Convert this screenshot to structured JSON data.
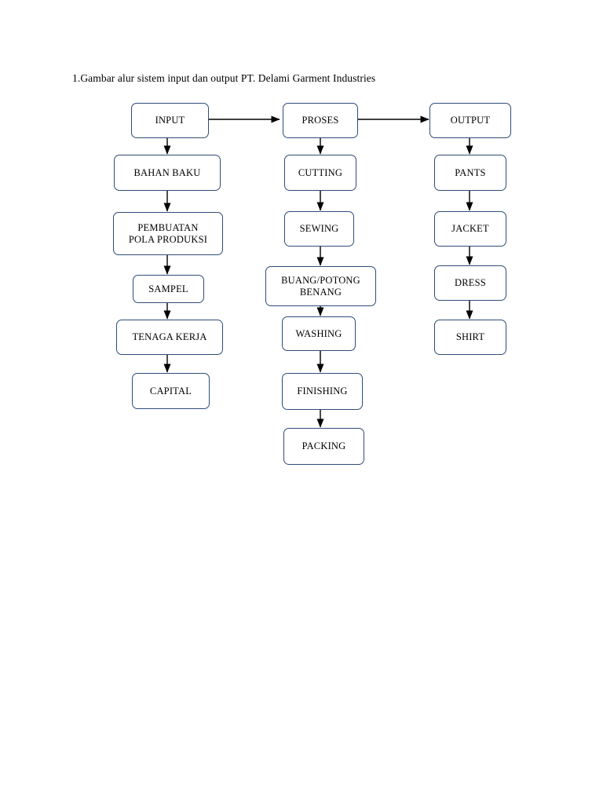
{
  "caption": "1.Gambar alur sistem input dan output PT. Delami Garment Industries",
  "colors": {
    "node_border": "#2e4d78",
    "node_fill": "#ffffff",
    "arrow": "#000000",
    "text": "#000000"
  },
  "diagram": {
    "type": "flowchart",
    "columns": [
      {
        "name": "input",
        "header": "INPUT",
        "nodes": [
          "INPUT",
          "BAHAN BAKU",
          "PEMBUATAN\nPOLA PRODUKSI",
          "SAMPEL",
          "TENAGA KERJA",
          "CAPITAL"
        ]
      },
      {
        "name": "proses",
        "header": "PROSES",
        "nodes": [
          "PROSES",
          "CUTTING",
          "SEWING",
          "BUANG/POTONG\nBENANG",
          "WASHING",
          "FINISHING",
          "PACKING"
        ]
      },
      {
        "name": "output",
        "header": "OUTPUT",
        "nodes": [
          "OUTPUT",
          "PANTS",
          "JACKET",
          "DRESS",
          "SHIRT"
        ]
      }
    ],
    "nodes": {
      "input": "INPUT",
      "bahan_baku": "BAHAN BAKU",
      "pembuatan_pola": "PEMBUATAN\nPOLA PRODUKSI",
      "sampel": "SAMPEL",
      "tenaga_kerja": "TENAGA KERJA",
      "capital": "CAPITAL",
      "proses": "PROSES",
      "cutting": "CUTTING",
      "sewing": "SEWING",
      "buang_potong": "BUANG/POTONG\nBENANG",
      "washing": "WASHING",
      "finishing": "FINISHING",
      "packing": "PACKING",
      "output": "OUTPUT",
      "pants": "PANTS",
      "jacket": "JACKET",
      "dress": "DRESS",
      "shirt": "SHIRT"
    }
  }
}
